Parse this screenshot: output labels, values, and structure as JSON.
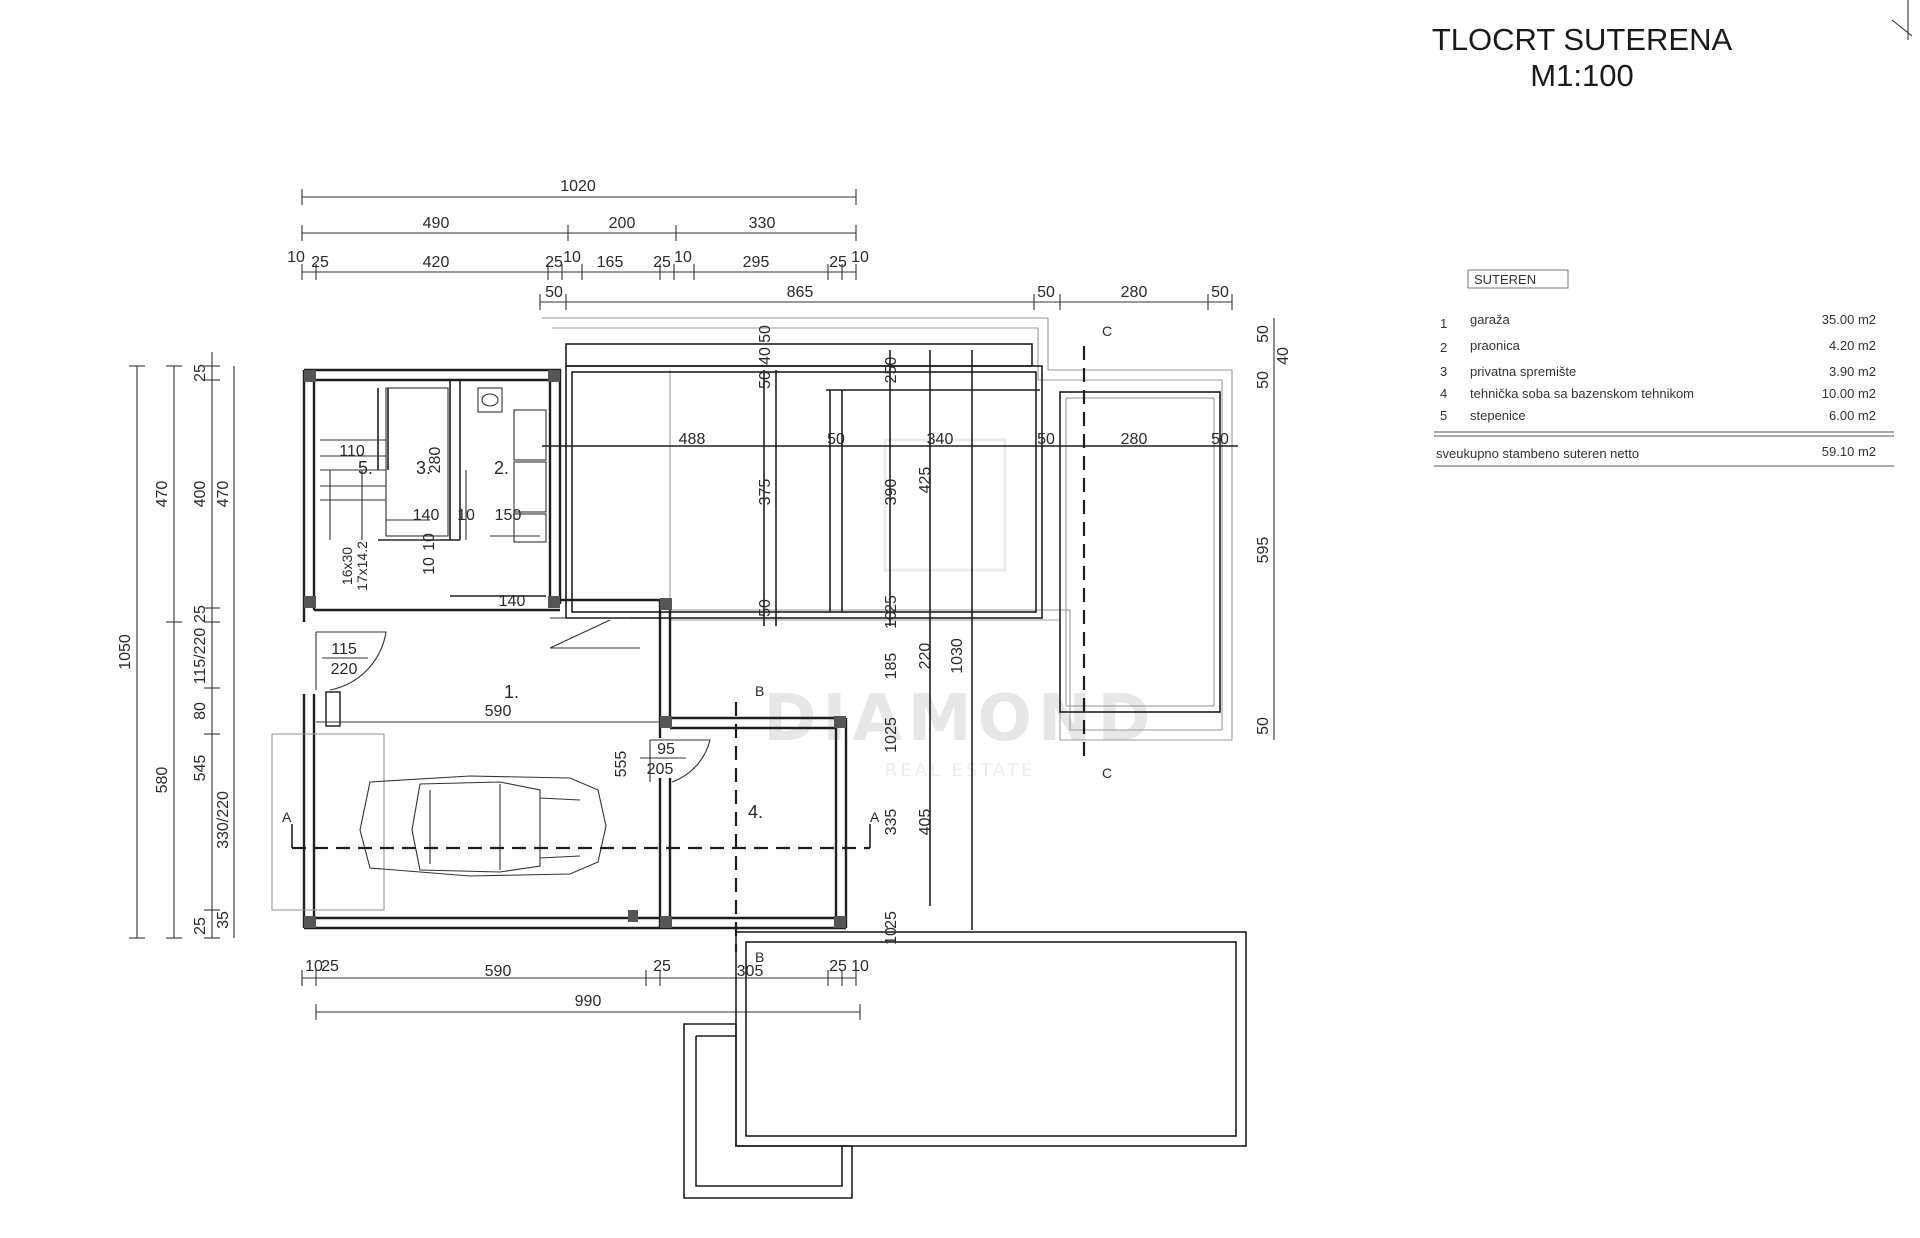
{
  "title": {
    "line1": "TLOCRT SUTERENA",
    "line2": "M1:100"
  },
  "legend": {
    "header": "SUTEREN",
    "rows": [
      {
        "num": "1",
        "name": "garaža",
        "area": "35.00  m2"
      },
      {
        "num": "2",
        "name": "praonica",
        "area": "4.20  m2"
      },
      {
        "num": "3",
        "name": "privatna  spremište",
        "area": "3.90  m2"
      },
      {
        "num": "4",
        "name": "tehnička  soba  sa  bazenskom  tehnikom",
        "area": "10.00  m2"
      },
      {
        "num": "5",
        "name": "stepenice",
        "area": "6.00  m2"
      }
    ],
    "total_label": "sveukupno  stambeno  suteren  netto",
    "total_value": "59.10  m2"
  },
  "rooms": [
    "1.",
    "2.",
    "3.",
    "4.",
    "5."
  ],
  "stair_label": {
    "l1": "16x30",
    "l2": "17x14.2"
  },
  "section_marks": {
    "a": "A",
    "b": "B",
    "c": "C"
  },
  "top_dims": {
    "total": "1020",
    "r2": [
      "490",
      "200",
      "330"
    ],
    "r3": [
      "10",
      "25",
      "420",
      "25",
      "10",
      "165",
      "25",
      "10",
      "295",
      "25",
      "10"
    ],
    "r4": [
      "50",
      "865",
      "50",
      "280",
      "50"
    ]
  },
  "bottom_dims": {
    "r1": [
      "10",
      "25",
      "590",
      "25",
      "305",
      "25",
      "10"
    ],
    "total": "990"
  },
  "left_dims": {
    "total": "1050",
    "r2": [
      "470",
      "580"
    ],
    "r3": [
      "25",
      "400",
      "25",
      "115/220",
      "80",
      "545",
      "25"
    ],
    "r4": [
      "470",
      "330/220",
      "35"
    ]
  },
  "inner_dims": {
    "d110": "110",
    "d280": "280",
    "d140": "140",
    "d10": "10",
    "d150": "150",
    "d140b": "140",
    "d10s1": "10",
    "d10s2": "10",
    "d488": "488",
    "d50a": "50",
    "d340": "340",
    "d50b": "50",
    "d280b": "280",
    "d50c": "50",
    "d375": "375",
    "d390": "390",
    "d425": "425",
    "d250": "250",
    "d50v1": "50",
    "d40": "40",
    "d50v2": "50",
    "d50v3": "50",
    "d25": "25",
    "d10v": "10",
    "d185": "185",
    "d220": "220",
    "d1030": "1030",
    "d555": "555",
    "d405": "405",
    "d335": "335",
    "d25b": "25",
    "d10b": "10",
    "d25c": "25",
    "d10c": "10",
    "d595": "595",
    "d50r1": "50",
    "d40r": "40",
    "d50r2": "50",
    "d50r3": "50",
    "door1a": "115",
    "door1b": "220",
    "door2a": "95",
    "door2b": "205",
    "d590": "590"
  },
  "watermark": {
    "brand": "DIAMOND",
    "sub": "REAL ESTATE"
  }
}
